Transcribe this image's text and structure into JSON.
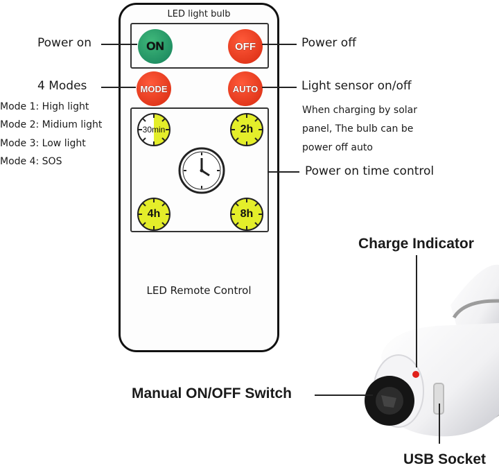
{
  "remote": {
    "title": "LED light bulb",
    "footer": "LED Remote Control",
    "buttons": {
      "on": "ON",
      "off": "OFF",
      "mode": "MODE",
      "auto": "AUTO"
    },
    "timers": [
      "30min",
      "2h",
      "4h",
      "8h"
    ]
  },
  "annotations": {
    "power_on": "Power on",
    "power_off": "Power off",
    "four_modes": "4 Modes",
    "modes": [
      "Mode 1: High light",
      "Mode 2: Midium light",
      "Mode 3: Low light",
      "Mode 4: SOS"
    ],
    "light_sensor": "Light sensor on/off",
    "solar_note": [
      "When charging by solar",
      "panel, The bulb can be",
      "power off auto"
    ],
    "time_control": "Power on time control",
    "charge_indicator": "Charge Indicator",
    "manual_switch": "Manual ON/OFF Switch",
    "usb_socket": "USB Socket"
  },
  "colors": {
    "on_button": "#1f9a66",
    "off_button": "#e8351a",
    "timer_yellow": "#e4ee2a",
    "charge_led": "#e0201a"
  }
}
